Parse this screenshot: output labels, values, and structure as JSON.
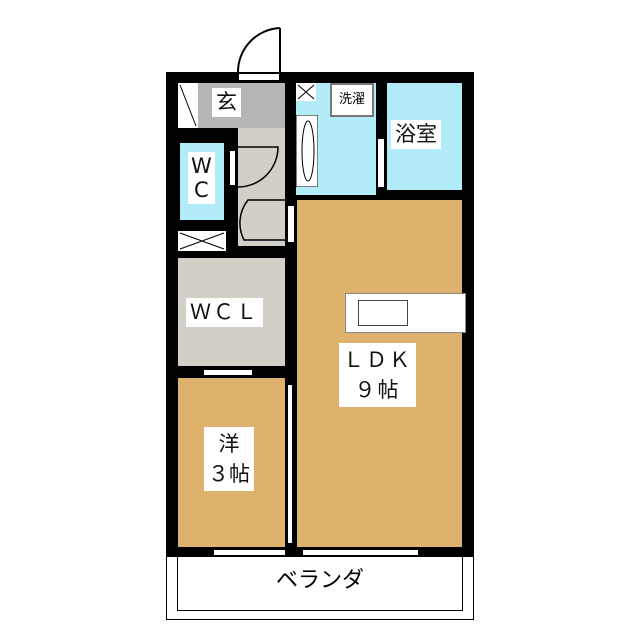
{
  "rooms": {
    "genkan": "玄",
    "wc_line1": "W",
    "wc_line2": "C",
    "laundry": "洗濯",
    "bath": "浴室",
    "wcl": "ＷＣＬ",
    "ldk_line1": "ＬＤＫ",
    "ldk_line2": "９帖",
    "western_line1": "洋",
    "western_line2": "３帖",
    "balcony": "ベランダ"
  },
  "colors": {
    "floor": "#deb26c",
    "wet": "#b2ecf8",
    "entry": "#b5b5b5",
    "storage": "#d2d0c6"
  }
}
